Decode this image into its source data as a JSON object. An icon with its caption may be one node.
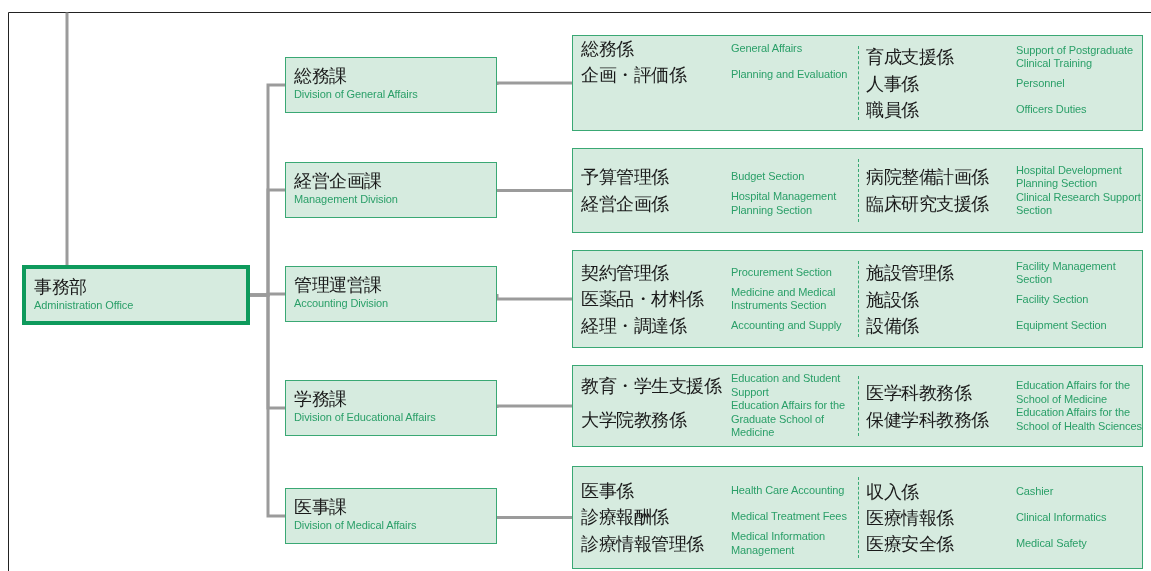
{
  "diagram": {
    "nodes": [
      {
        "text": [
          "事務部",
          "Administration Office"
        ]
      },
      {
        "text": [
          "総務課",
          "Division of General Affairs"
        ]
      },
      {
        "text": [
          "経営企画課",
          "Management Division"
        ]
      },
      {
        "text": [
          "管理運営課",
          "Accounting Division"
        ]
      },
      {
        "text": [
          "学務課",
          "Division of Educational Affairs"
        ]
      },
      {
        "text": [
          "医事課",
          "Division of Medical Affairs"
        ]
      },
      {
        "text": [
          "総務係",
          "General Affairs",
          "企画・評価係",
          "Planning and Evaluation",
          "育成支援係",
          "Support of Postgraduate Clinical Training",
          "人事係",
          "Personnel",
          "職員係",
          "Officers Duties"
        ]
      },
      {
        "text": [
          "予算管理係",
          "Budget Section",
          "経営企画係",
          "Hospital Management Planning Section",
          "病院整備計画係",
          "Hospital Development Planning Section",
          "臨床研究支援係",
          "Clinical Research Support Section"
        ]
      },
      {
        "text": [
          "契約管理係",
          "Procurement Section",
          "医薬品・材料係",
          "Medicine and Medical Instruments Section",
          "経理・調達係",
          "Accounting and Supply",
          "施設管理係",
          "Facility Management Section",
          "施設係",
          "Facility Section",
          "設備係",
          "Equipment Section"
        ]
      },
      {
        "text": [
          "教育・学生支援係",
          "Education and Student Support",
          "大学院教務係",
          "Education Affairs for the Graduate School of Medicine",
          "医学科教務係",
          "Education Affairs for the School of Medicine",
          "保健学科教務係",
          "Education Affairs for the School of Health Sciences"
        ]
      },
      {
        "text": [
          "医事係",
          "Health Care Accounting",
          "診療報酬係",
          "Medical Treatment Fees",
          "診療情報管理係",
          "Medical Information Management",
          "収入係",
          "Cashier",
          "医療情報係",
          "Clinical Informatics",
          "医療安全係",
          "Medical Safety"
        ]
      }
    ],
    "edges": [
      {
        "from": null,
        "to": 0,
        "arrow": "none"
      },
      {
        "from": 0,
        "to": 1,
        "arrow": "none"
      },
      {
        "from": 0,
        "to": 2,
        "arrow": "none"
      },
      {
        "from": 0,
        "to": 3,
        "arrow": "none"
      },
      {
        "from": 0,
        "to": 4,
        "arrow": "none"
      },
      {
        "from": 0,
        "to": 5,
        "arrow": "none"
      },
      {
        "from": 1,
        "to": 6,
        "arrow": "none"
      },
      {
        "from": 2,
        "to": 7,
        "arrow": "none"
      },
      {
        "from": 3,
        "to": 8,
        "arrow": "none"
      },
      {
        "from": 4,
        "to": 9,
        "arrow": "none"
      },
      {
        "from": 5,
        "to": 10,
        "arrow": "none"
      }
    ]
  }
}
